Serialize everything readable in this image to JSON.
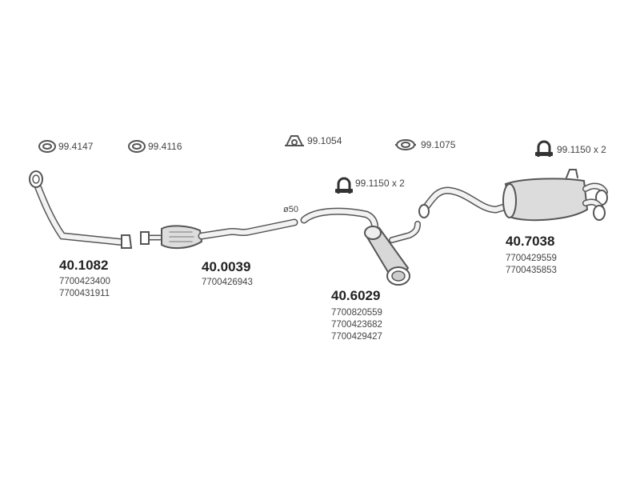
{
  "accessories": {
    "gasket_1": "99.4147",
    "gasket_2": "99.4116",
    "mount_1": "99.1054",
    "clamp_1": "99.1075",
    "ubolt_mid": "99.1150 x 2",
    "ubolt_right": "99.1150 x 2"
  },
  "pipe_diameter": "ø50",
  "parts": [
    {
      "code": "40.1082",
      "oe": [
        "7700423400",
        "7700431911"
      ]
    },
    {
      "code": "40.0039",
      "oe": [
        "7700426943"
      ]
    },
    {
      "code": "40.6029",
      "oe": [
        "7700820559",
        "7700423682",
        "7700429427"
      ]
    },
    {
      "code": "40.7038",
      "oe": [
        "7700429559",
        "7700435853"
      ]
    }
  ]
}
